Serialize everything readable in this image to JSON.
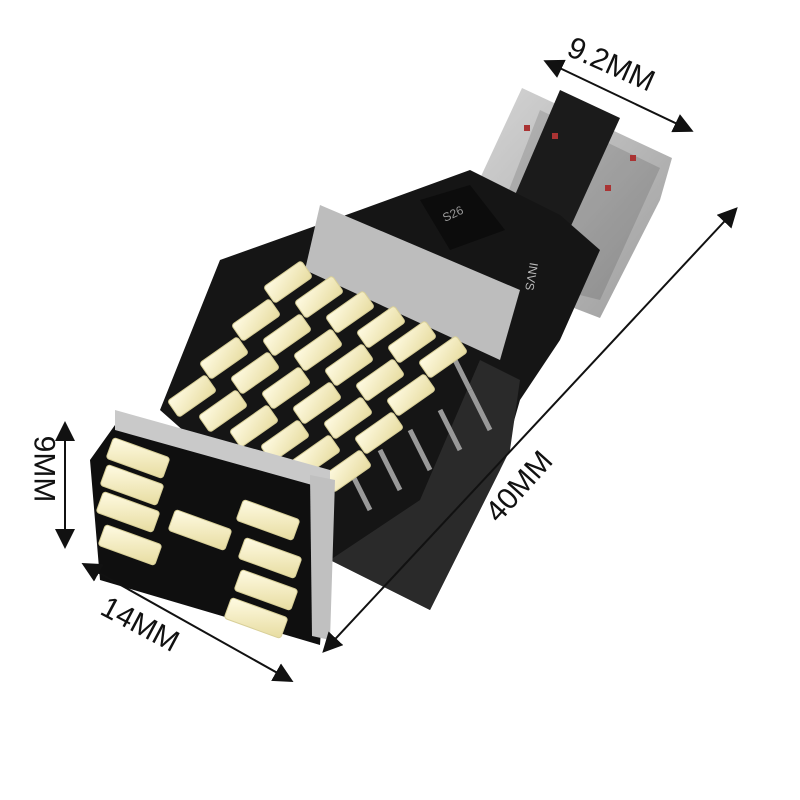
{
  "image": {
    "subject": "led-bulb-product-photo"
  },
  "dimensions": {
    "width_label": "9.2MM",
    "length_label": "40MM",
    "height_label": "9MM",
    "front_width_label": "14MM"
  },
  "chip_marking": {
    "regulator": "S26",
    "brand": "INVS"
  },
  "colors": {
    "led": "#f3ecc4",
    "pcb": "#141414",
    "base": "#b9b9b9",
    "arrow": "#111111"
  }
}
